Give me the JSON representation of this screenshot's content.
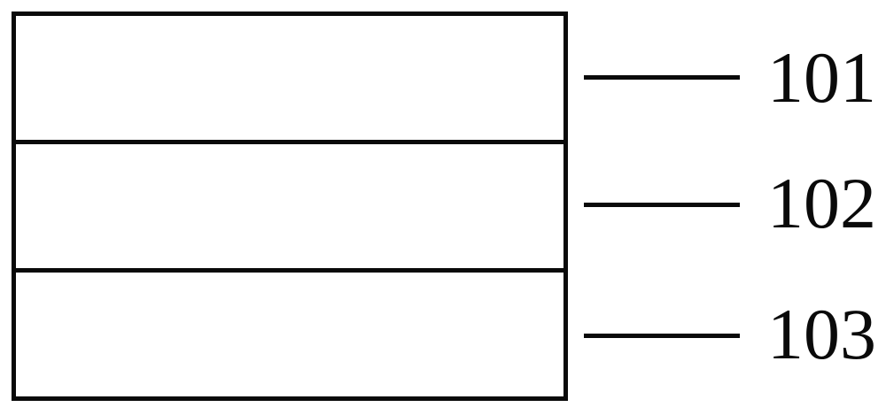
{
  "figure": {
    "type": "layered-structure-diagram",
    "background_color": "#ffffff",
    "line_color": "#0a0a0a",
    "layers": [
      {
        "id": "layer-1",
        "callout": "101"
      },
      {
        "id": "layer-2",
        "callout": "102"
      },
      {
        "id": "layer-3",
        "callout": "103"
      }
    ],
    "callouts": [
      {
        "label": "101"
      },
      {
        "label": "102"
      },
      {
        "label": "103"
      }
    ]
  }
}
